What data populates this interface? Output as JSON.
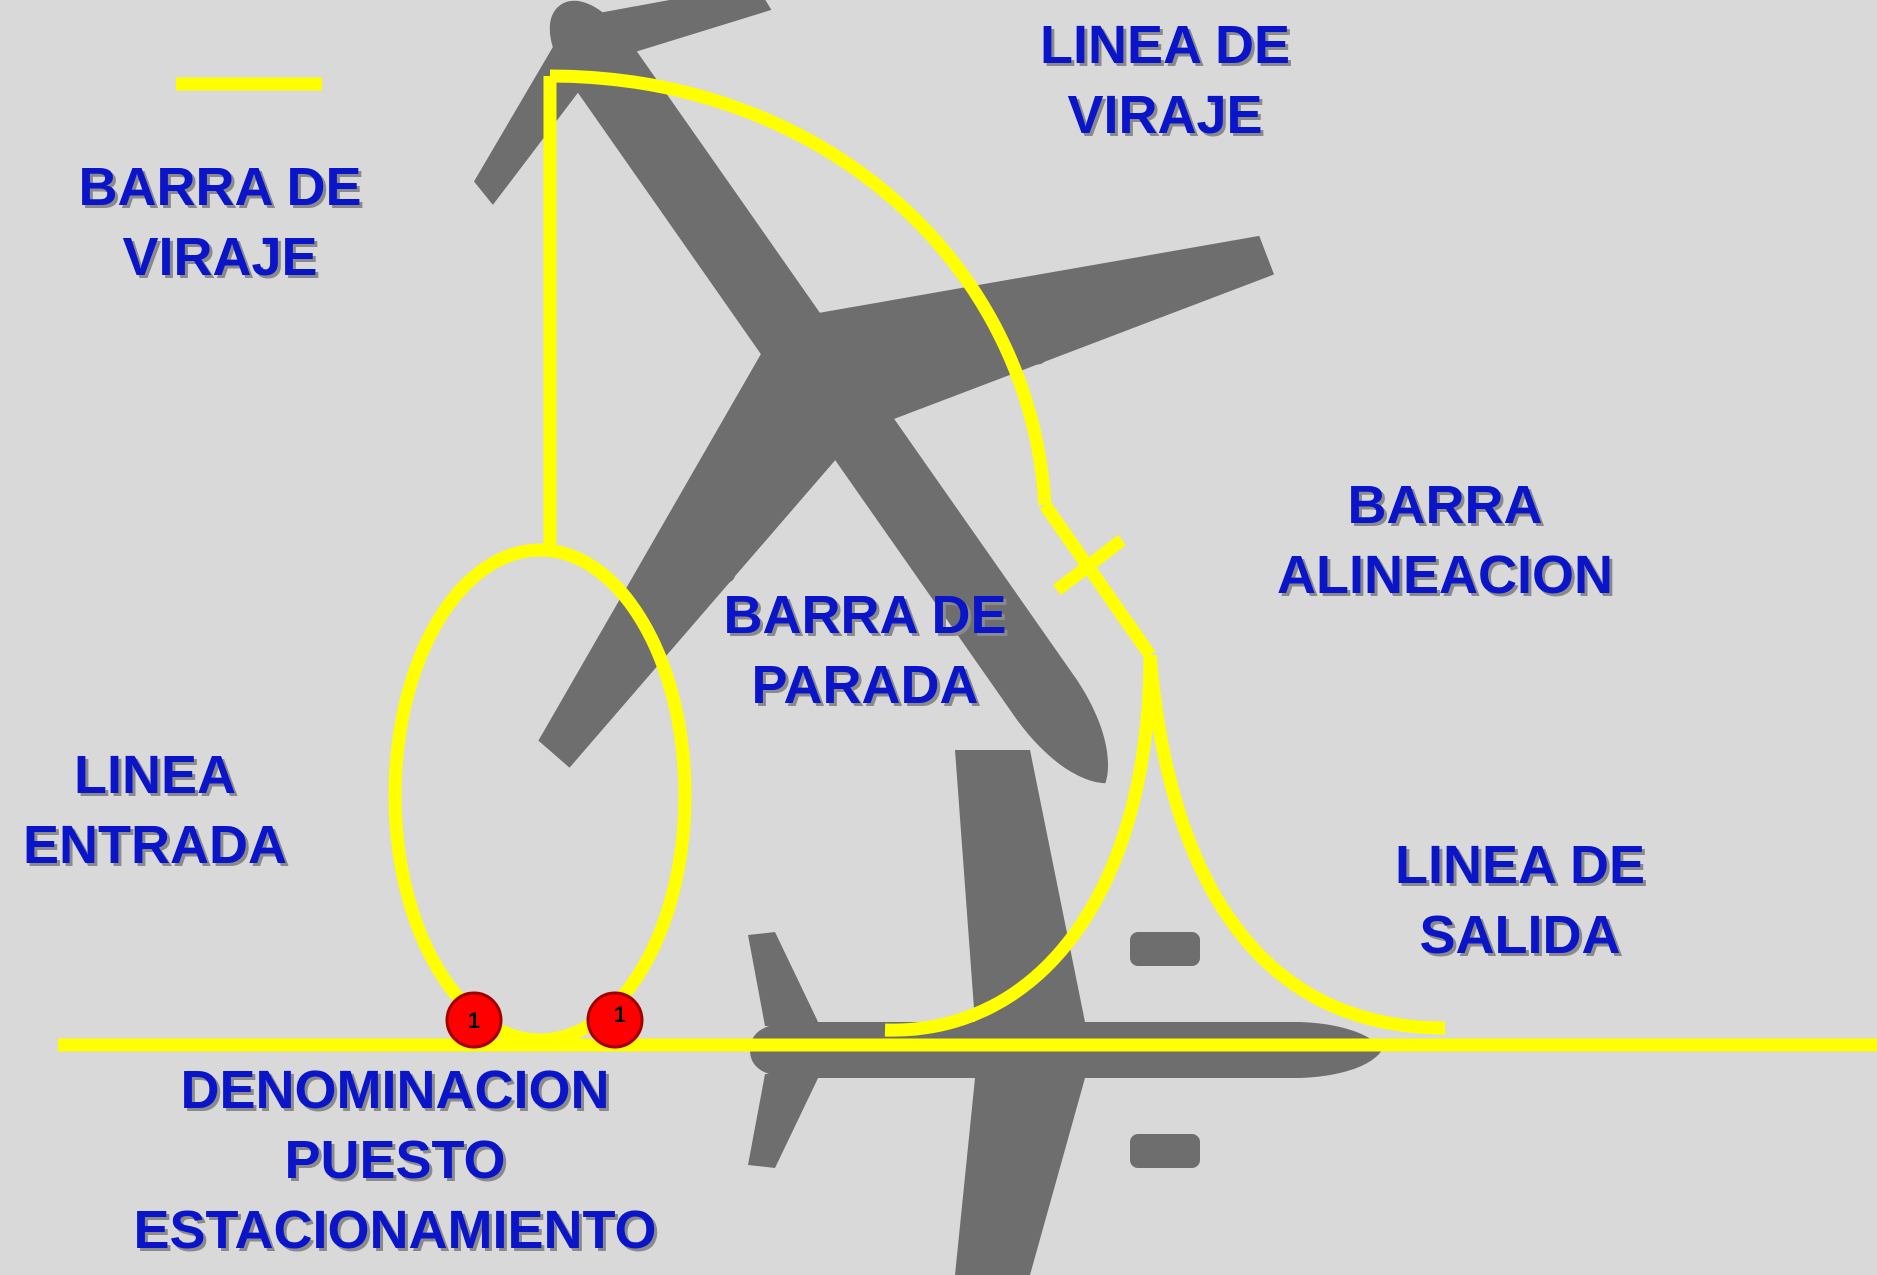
{
  "labels": {
    "barra_viraje": [
      "BARRA DE",
      "VIRAJE"
    ],
    "linea_viraje": [
      "LINEA DE",
      "VIRAJE"
    ],
    "barra_alineacion": [
      "BARRA",
      "ALINEACION"
    ],
    "barra_parada": [
      "BARRA DE",
      "PARADA"
    ],
    "linea_entrada": [
      "LINEA",
      "ENTRADA"
    ],
    "linea_salida": [
      "LINEA DE",
      "SALIDA"
    ],
    "denominacion": [
      "DENOMINACION",
      "PUESTO",
      "ESTACIONAMIENTO"
    ]
  },
  "stand_markers": [
    "1",
    "1"
  ],
  "colors": {
    "background": "#d9d9d9",
    "marking_line": "#ffff00",
    "label_text": "#0a14c8",
    "aircraft_shadow": "#6e6e6e",
    "stand_marker": "#ff0000"
  },
  "icons": [
    "legend-bar-icon",
    "aircraft-silhouette-icon",
    "stand-marker-icon"
  ]
}
